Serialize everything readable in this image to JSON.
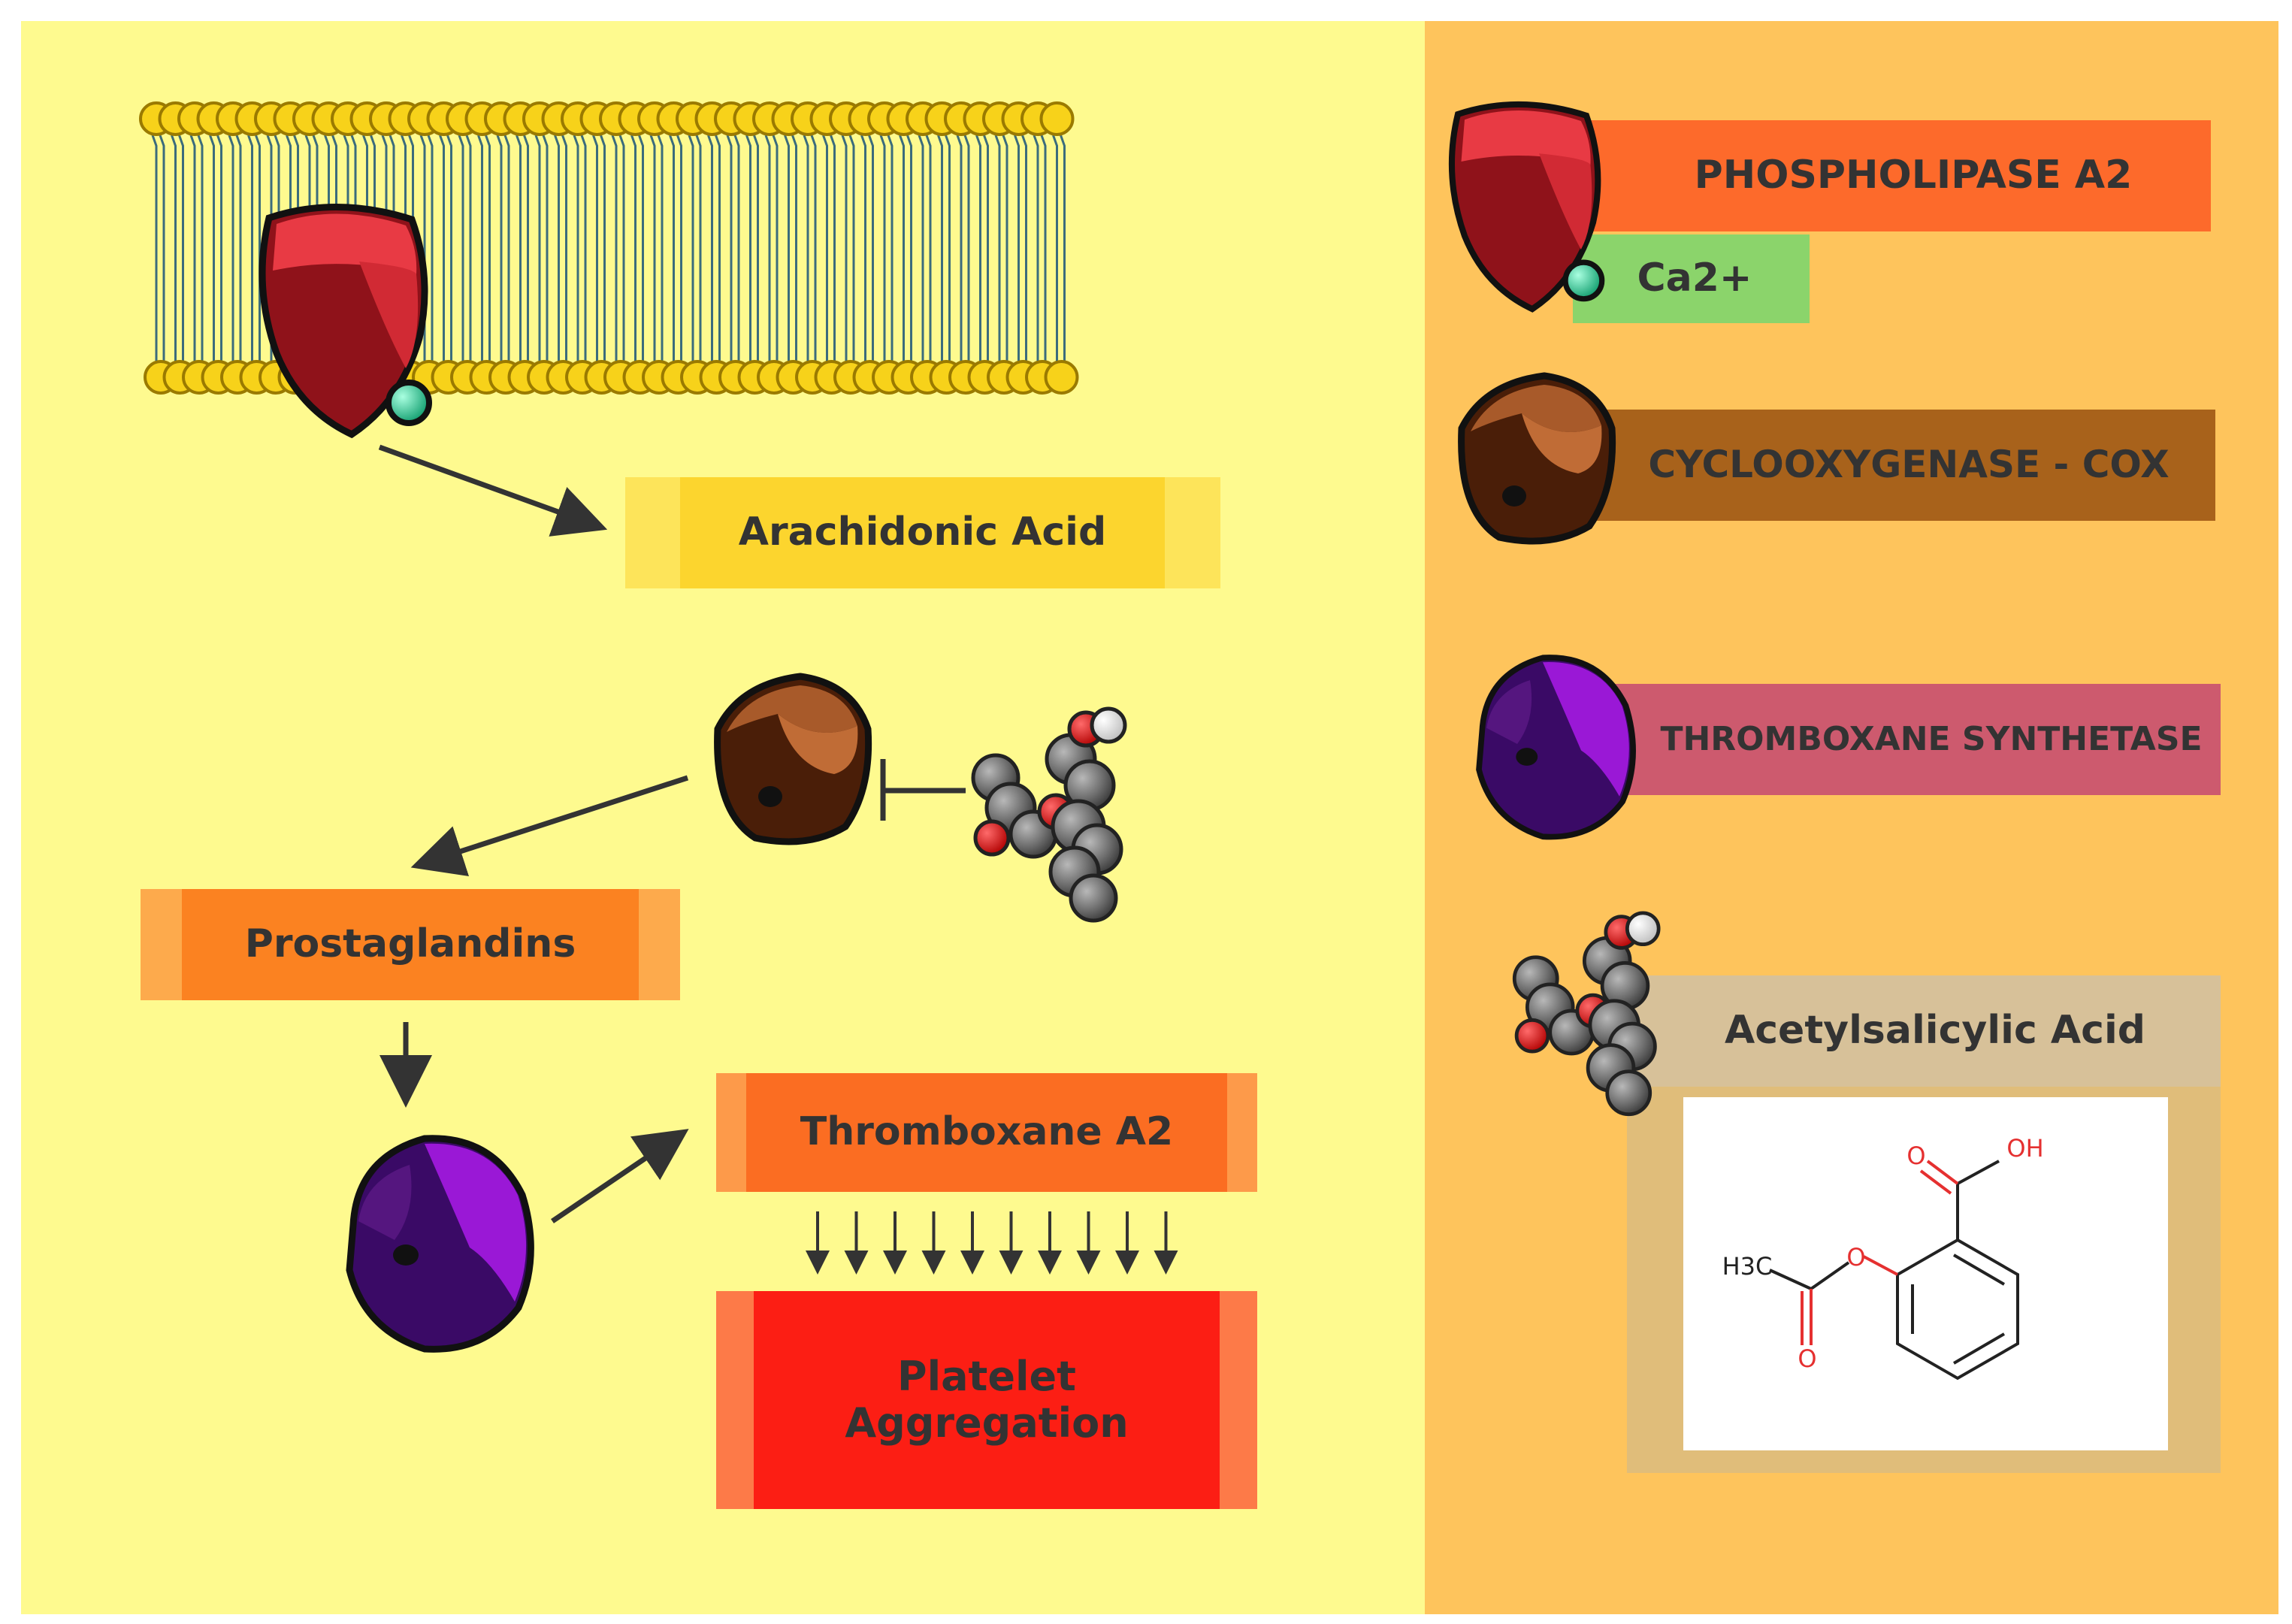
{
  "pathway": {
    "arachidonic_acid": "Arachidonic Acid",
    "prostaglandins": "Prostaglandins",
    "thromboxane_a2": "Thromboxane A2",
    "platelet_aggregation": "Platelet Aggregation"
  },
  "legend": {
    "phospholipase": "PHOSPHOLIPASE A2",
    "calcium": "Ca2+",
    "cox": "CYCLOOXYGENASE - COX",
    "thromboxane_synthetase": "THROMBOXANE SYNTHETASE",
    "acetylsalicylic_acid": "Acetylsalicylic Acid"
  },
  "structure": {
    "oh_label": "OH",
    "methyl_label": "H3C",
    "oxygen_label": "O"
  },
  "colors": {
    "left_background": "#fefa8f",
    "right_background": "#fec45c",
    "arachidonic": "#fcd52e",
    "prostaglandins": "#fb8221",
    "thromboxane": "#fb6d22",
    "platelet": "#fc1e14",
    "phospholipase_bar": "#fd6a2b",
    "calcium_bar": "#8bd46b",
    "cox_bar": "#a8621b",
    "synthetase_bar": "#cd5a6e",
    "aspirin_bar": "#d7c199",
    "pla2_enzyme": "#c4202a",
    "cox_enzyme": "#7a3510",
    "synthetase_enzyme": "#8a1ad0",
    "calcium_ion": "#22d39a"
  }
}
